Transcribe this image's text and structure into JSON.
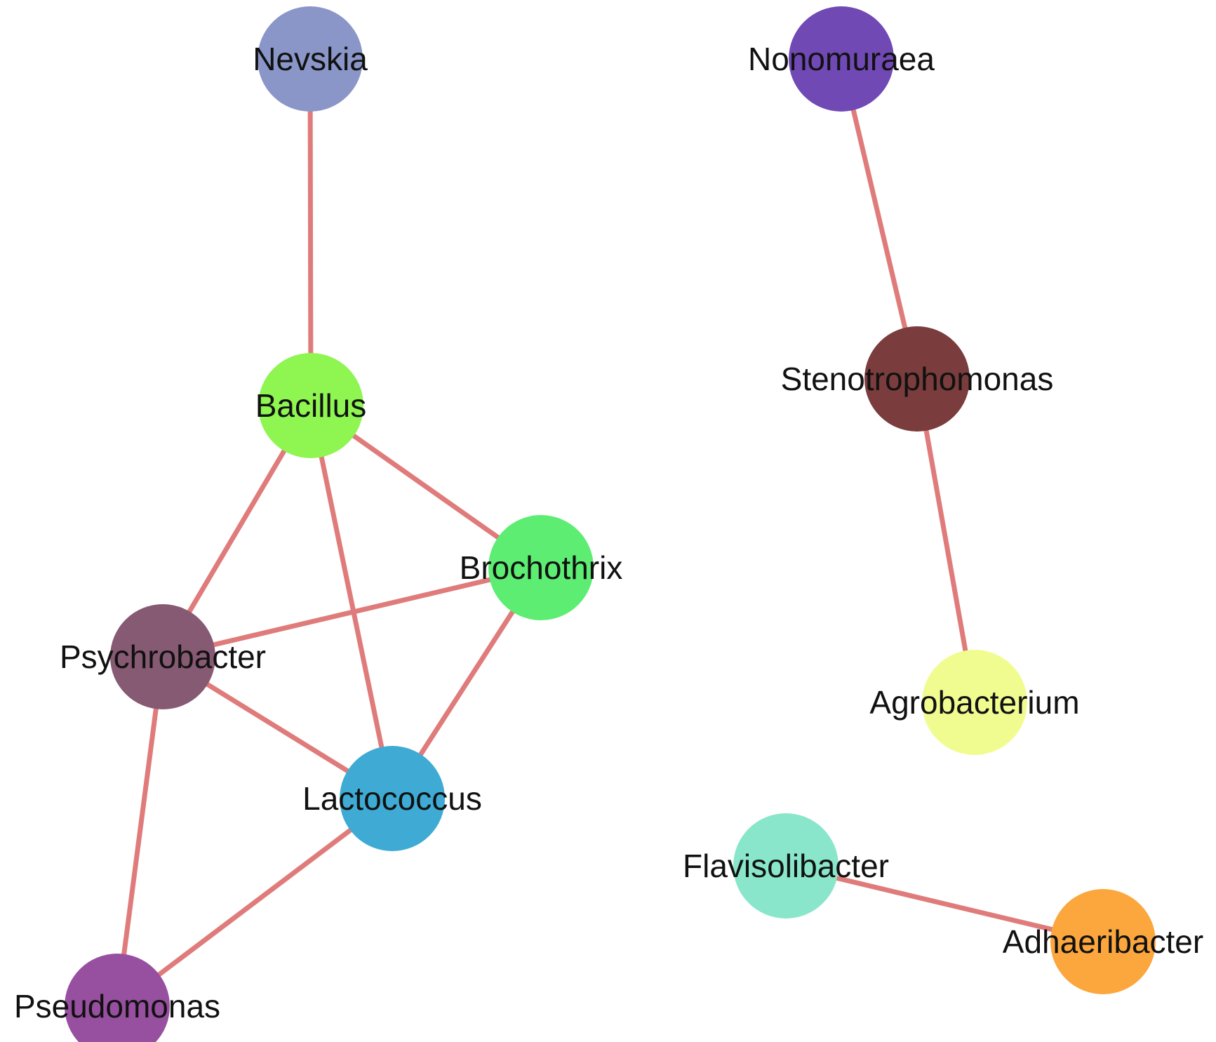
{
  "edge_color": "#e07b7b",
  "nodes": [
    {
      "id": "nevskia",
      "label": "Nevskia",
      "color": "#8a96c8"
    },
    {
      "id": "bacillus",
      "label": "Bacillus",
      "color": "#8ef551"
    },
    {
      "id": "brochothrix",
      "label": "Brochothrix",
      "color": "#5ced72"
    },
    {
      "id": "psychrobacter",
      "label": "Psychrobacter",
      "color": "#875a73"
    },
    {
      "id": "lactococcus",
      "label": "Lactococcus",
      "color": "#3fabd4"
    },
    {
      "id": "pseudomonas",
      "label": "Pseudomonas",
      "color": "#974f9f"
    },
    {
      "id": "nonomuraea",
      "label": "Nonomuraea",
      "color": "#7049b5"
    },
    {
      "id": "stenotrophomonas",
      "label": "Stenotrophomonas",
      "color": "#7a3c3c"
    },
    {
      "id": "agrobacterium",
      "label": "Agrobacterium",
      "color": "#f1fc90"
    },
    {
      "id": "flavisolibacter",
      "label": "Flavisolibacter",
      "color": "#89e6ca"
    },
    {
      "id": "adhaeribacter",
      "label": "Adhaeribacter",
      "color": "#fba73d"
    }
  ],
  "edges": [
    [
      "nevskia",
      "bacillus"
    ],
    [
      "bacillus",
      "brochothrix"
    ],
    [
      "bacillus",
      "psychrobacter"
    ],
    [
      "bacillus",
      "lactococcus"
    ],
    [
      "brochothrix",
      "psychrobacter"
    ],
    [
      "brochothrix",
      "lactococcus"
    ],
    [
      "psychrobacter",
      "lactococcus"
    ],
    [
      "psychrobacter",
      "pseudomonas"
    ],
    [
      "lactococcus",
      "pseudomonas"
    ],
    [
      "nonomuraea",
      "stenotrophomonas"
    ],
    [
      "stenotrophomonas",
      "agrobacterium"
    ],
    [
      "flavisolibacter",
      "adhaeribacter"
    ]
  ]
}
